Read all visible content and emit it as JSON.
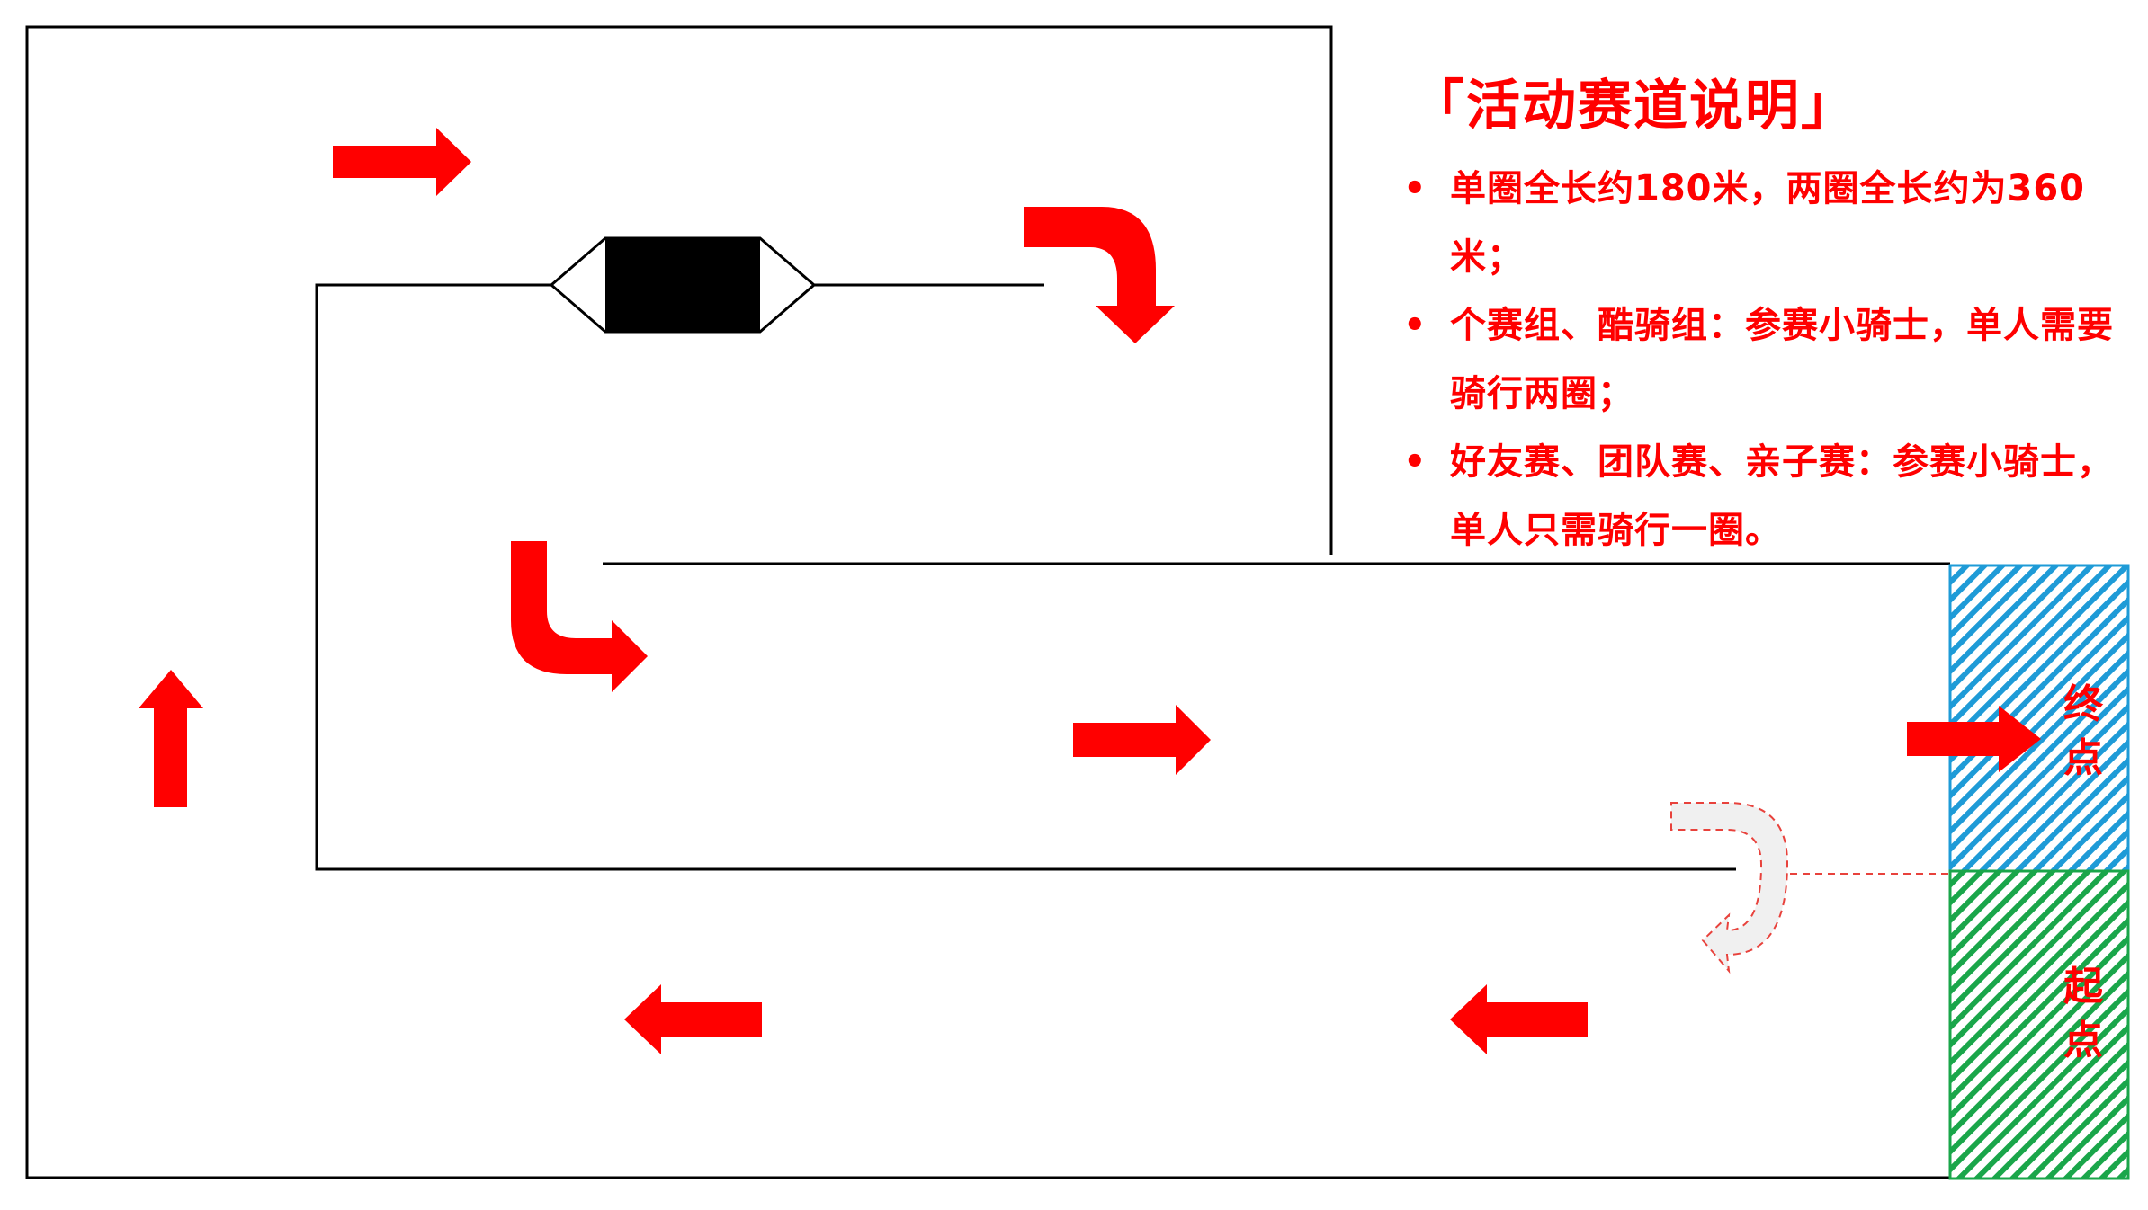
{
  "legend": {
    "title": "「活动赛道说明」",
    "items": [
      "单圈全长约180米，两圈全长约为360米；",
      "个赛组、酷骑组：参赛小骑士，单人需要骑行两圈；",
      "好友赛、团队赛、亲子赛：参赛小骑士，单人只需骑行一圈。"
    ]
  },
  "finish_label": "终点",
  "start_label": "起点",
  "colors": {
    "arrow": "#ff0000",
    "finish_zone": "#1e9bd7",
    "start_zone": "#1aa64a",
    "track_line": "#000000",
    "uturn_hint": "#e8423c"
  },
  "icons": {
    "arrow": "arrow-icon",
    "turn": "turn-arrow-icon",
    "gate": "gate-icon",
    "bullet": "bullet-dot-icon"
  }
}
